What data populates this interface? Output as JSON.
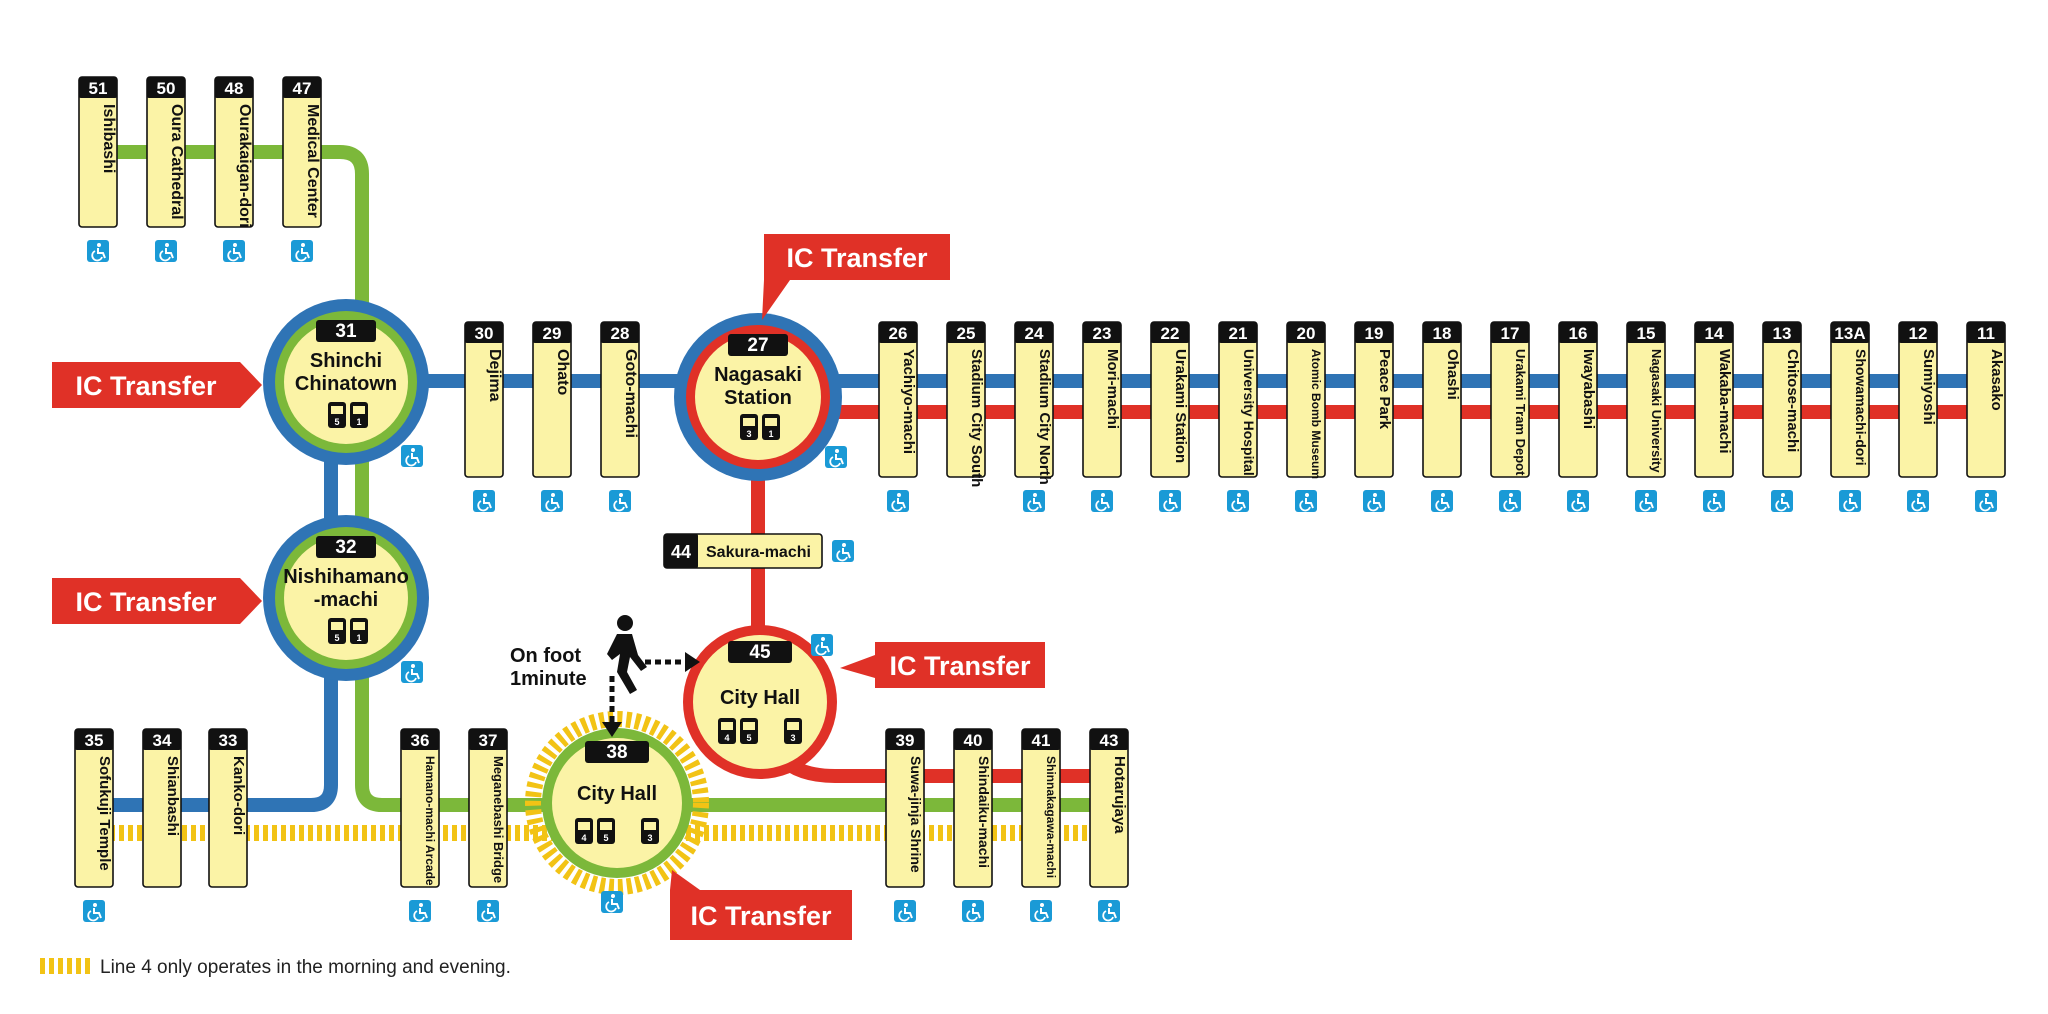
{
  "colors": {
    "green": "#7cb83a",
    "blue": "#2f74b5",
    "red": "#e03127",
    "yellow": "#f2c315",
    "station_fill": "#fbf3a6",
    "number_bg": "#111111",
    "accessible": "#1a9ad6",
    "transfer_bg": "#e03127"
  },
  "icons": {
    "accessible": "wheelchair-icon",
    "tram": "tram-icon",
    "walk": "pedestrian-icon"
  },
  "stations": {
    "s51": {
      "num": "51",
      "name": "Ishibashi"
    },
    "s50": {
      "num": "50",
      "name": "Oura Cathedral"
    },
    "s48": {
      "num": "48",
      "name": "Ourakaigan-dori"
    },
    "s47": {
      "num": "47",
      "name": "Medical Center"
    },
    "s30": {
      "num": "30",
      "name": "Dejima"
    },
    "s29": {
      "num": "29",
      "name": "Ohato"
    },
    "s28": {
      "num": "28",
      "name": "Goto-machi"
    },
    "s26": {
      "num": "26",
      "name": "Yachiyo-machi"
    },
    "s25": {
      "num": "25",
      "name": "Stadium City South"
    },
    "s24": {
      "num": "24",
      "name": "Stadium City North"
    },
    "s23": {
      "num": "23",
      "name": "Mori-machi"
    },
    "s22": {
      "num": "22",
      "name": "Urakami Station"
    },
    "s21": {
      "num": "21",
      "name": "University Hospital"
    },
    "s20": {
      "num": "20",
      "name": "Atomic Bomb Museum"
    },
    "s19": {
      "num": "19",
      "name": "Peace Park"
    },
    "s18": {
      "num": "18",
      "name": "Ohashi"
    },
    "s17": {
      "num": "17",
      "name": "Urakami Tram Depot"
    },
    "s16": {
      "num": "16",
      "name": "Iwayabashi"
    },
    "s15": {
      "num": "15",
      "name": "Nagasaki University"
    },
    "s14": {
      "num": "14",
      "name": "Wakaba-machi"
    },
    "s13": {
      "num": "13",
      "name": "Chitose-machi"
    },
    "s13A": {
      "num": "13A",
      "name": "Showamachi-dori"
    },
    "s12": {
      "num": "12",
      "name": "Sumiyoshi"
    },
    "s11": {
      "num": "11",
      "name": "Akasako"
    },
    "s35": {
      "num": "35",
      "name": "Sofukuji Temple"
    },
    "s34": {
      "num": "34",
      "name": "Shianbashi"
    },
    "s33": {
      "num": "33",
      "name": "Kanko-dori"
    },
    "s36": {
      "num": "36",
      "name": "Hamano-machi Arcade"
    },
    "s37": {
      "num": "37",
      "name": "Meganebashi Bridge"
    },
    "s39": {
      "num": "39",
      "name": "Suwa-jinja Shrine"
    },
    "s40": {
      "num": "40",
      "name": "Shindaiku-machi"
    },
    "s41": {
      "num": "41",
      "name": "Shinnakagawa-machi"
    },
    "s43": {
      "num": "43",
      "name": "Hotarujaya"
    },
    "s44": {
      "num": "44",
      "name": "Sakura-machi"
    }
  },
  "hubs": {
    "h31": {
      "num": "31",
      "line1": "Shinchi",
      "line2": "Chinatown",
      "lines": [
        "5",
        "1"
      ]
    },
    "h32": {
      "num": "32",
      "line1": "Nishihamano",
      "line2": "-machi",
      "lines": [
        "5",
        "1"
      ]
    },
    "h27": {
      "num": "27",
      "line1": "Nagasaki",
      "line2": "Station",
      "lines": [
        "3",
        "1"
      ]
    },
    "h45": {
      "num": "45",
      "line1": "City Hall",
      "line2": "",
      "lines": [
        "4",
        "5",
        "3"
      ]
    },
    "h38": {
      "num": "38",
      "line1": "City Hall",
      "line2": "",
      "lines": [
        "4",
        "5",
        "3"
      ]
    }
  },
  "transfer_label": "IC Transfer",
  "on_foot": {
    "line1": "On foot",
    "line2": "1minute"
  },
  "legend": {
    "text": "Line 4 only operates in the morning and evening."
  }
}
